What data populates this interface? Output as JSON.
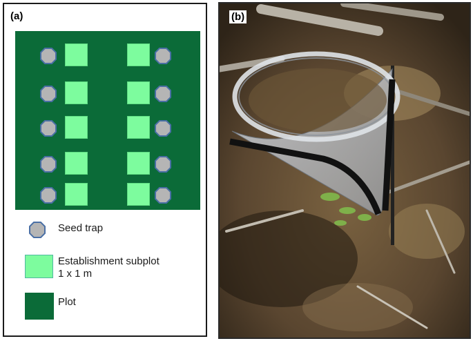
{
  "panel_a": {
    "label": "(a)",
    "legend": {
      "seed_trap": "Seed trap",
      "subplot_line1": "Establishment subplot",
      "subplot_line2": "1 x 1 m",
      "plot": "Plot"
    },
    "colors": {
      "plot": "#0b6b38",
      "subplot": "#7dfc9e",
      "trap_fill": "#b5b5b5",
      "trap_edge": "#4a6fa5"
    },
    "layout": {
      "rows": 5,
      "columns_per_side": 2,
      "subplot_count": 10,
      "seed_trap_count": 10
    }
  },
  "panel_b": {
    "label": "(b)",
    "image": "photo of a mesh seed trap on a forest floor",
    "colors": {
      "ground": "#4a3a25",
      "mesh": "#c8ccd2",
      "frame": "#111111"
    }
  }
}
